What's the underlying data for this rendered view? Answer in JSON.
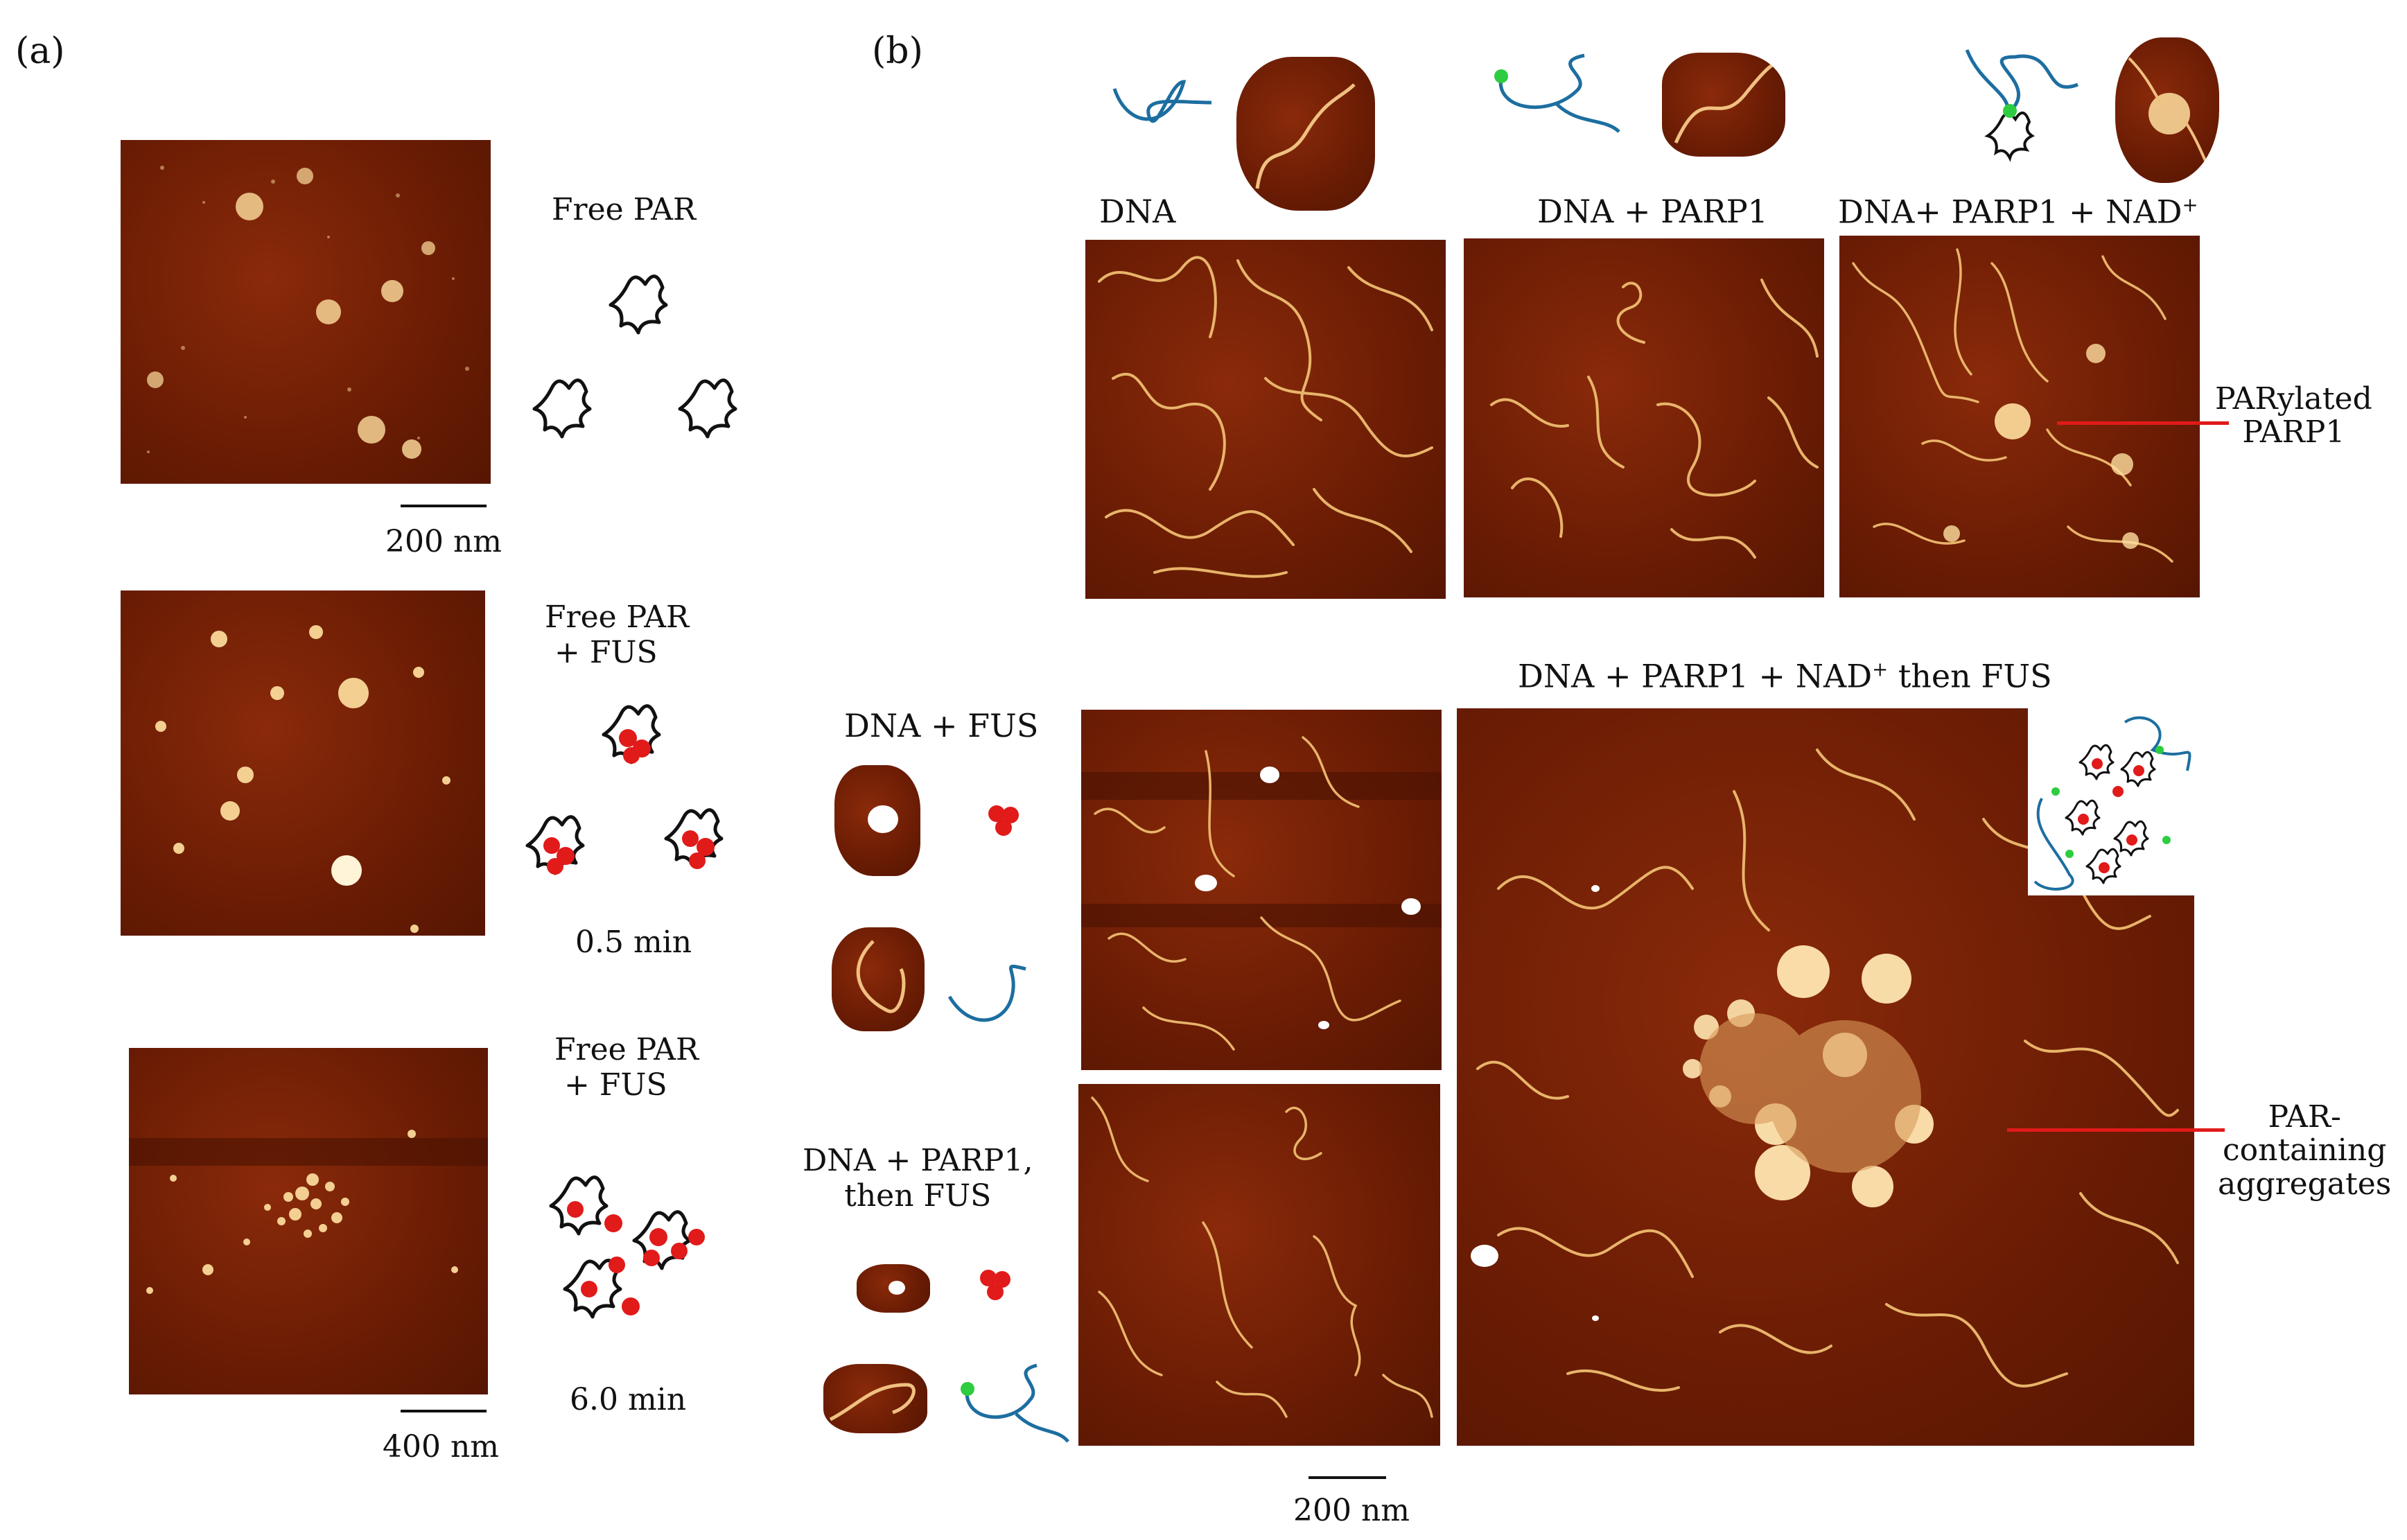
{
  "panels": {
    "a": "(a)",
    "b": "(b)"
  },
  "panel_a": {
    "rows": [
      {
        "title": "Free PAR",
        "time": ""
      },
      {
        "title": "Free PAR\n + FUS",
        "time": "0.5 min"
      },
      {
        "title": "Free PAR\n + FUS",
        "time": "6.0 min"
      }
    ],
    "scalebars": {
      "top": "200 nm",
      "bottom": "400 nm"
    }
  },
  "panel_b": {
    "top_labels": {
      "dna": "DNA",
      "dna_parp1": "DNA + PARP1",
      "dna_parp1_nad": "DNA+ PARP1 + NAD",
      "nad_sup": "+"
    },
    "parylated_callout": "PARylated\nPARP1",
    "big_title": "DNA + PARP1 + NAD",
    "big_title_sup": "+",
    "big_title_suffix": " then FUS",
    "dna_fus": "DNA + FUS",
    "dna_parp1_then_fus": "DNA + PARP1,\nthen FUS",
    "aggregates_callout": "PAR-\ncontaining\naggregates",
    "scalebar": "200 nm"
  },
  "colors": {
    "afm_bg": "#6a1c04",
    "dna_strand": "#e8b46a",
    "diagram_dna": "#1d6ea0",
    "fus": "#e11a1a",
    "parp1": "#2ecc40"
  }
}
